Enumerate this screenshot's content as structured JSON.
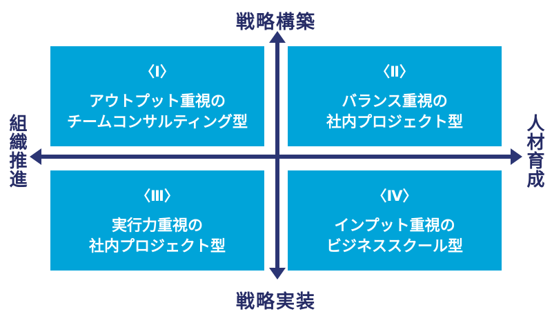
{
  "diagram": {
    "title": "strategy-talent-quadrant-matrix",
    "axis_labels": {
      "top": "戦略構築",
      "bottom": "戦略実装",
      "left": "組織推進",
      "right": "人材育成"
    },
    "quadrants": [
      {
        "number": "〈Ⅰ〉",
        "line1": "アウトプット重視の",
        "line2": "チームコンサルティング型"
      },
      {
        "number": "〈Ⅱ〉",
        "line1": "バランス重視の",
        "line2": "社内プロジェクト型"
      },
      {
        "number": "〈Ⅲ〉",
        "line1": "実行力重視の",
        "line2": "社内プロジェクト型"
      },
      {
        "number": "〈Ⅳ〉",
        "line1": "インプット重視の",
        "line2": "ビジネススクール型"
      }
    ],
    "colors": {
      "quadrant_box": "#00a4d9",
      "axis_arrow_navy": "#2b3574",
      "axis_text_navy": "#262c66",
      "box_text": "#ffffff",
      "background": "#ffffff"
    }
  }
}
